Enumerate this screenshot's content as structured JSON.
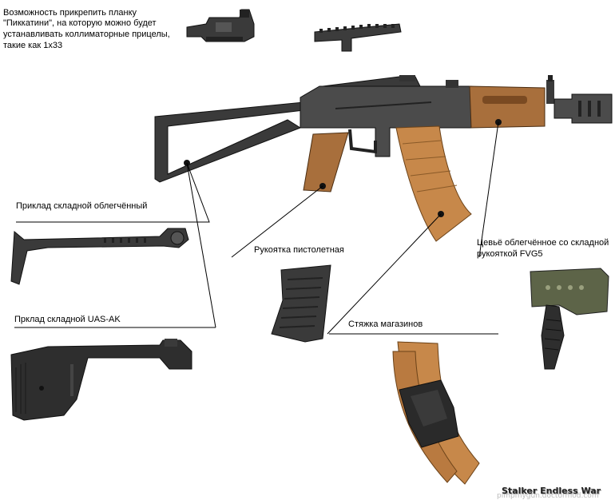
{
  "labels": {
    "picatinny_line1": "Возможность прикрепить планку",
    "picatinny_line2": "\"Пиккатини\", на которую можно будет",
    "picatinny_line3": "устанавливать коллиматорные прицелы,",
    "picatinny_line4": "такие как 1x33",
    "folding_stock": "Приклад складной облегчённый",
    "pistol_grip": "Рукоятка пистолетная",
    "handguard_line1": "Цевьё облегчённое со складной",
    "handguard_line2": "рукояткой FVG5",
    "uas_stock": "Прклад складной UAS-AK",
    "mag_coupler": "Стяжка магазинов"
  },
  "watermark": {
    "title": "Stalker Endless War",
    "url": "pimpmygun.doctormod.com"
  },
  "colors": {
    "steel": "#4a4a4a",
    "wood": "#a86f3c",
    "polymer_black": "#2e2e2e",
    "olive": "#5d6448",
    "magazine_tan": "#c7884a"
  }
}
